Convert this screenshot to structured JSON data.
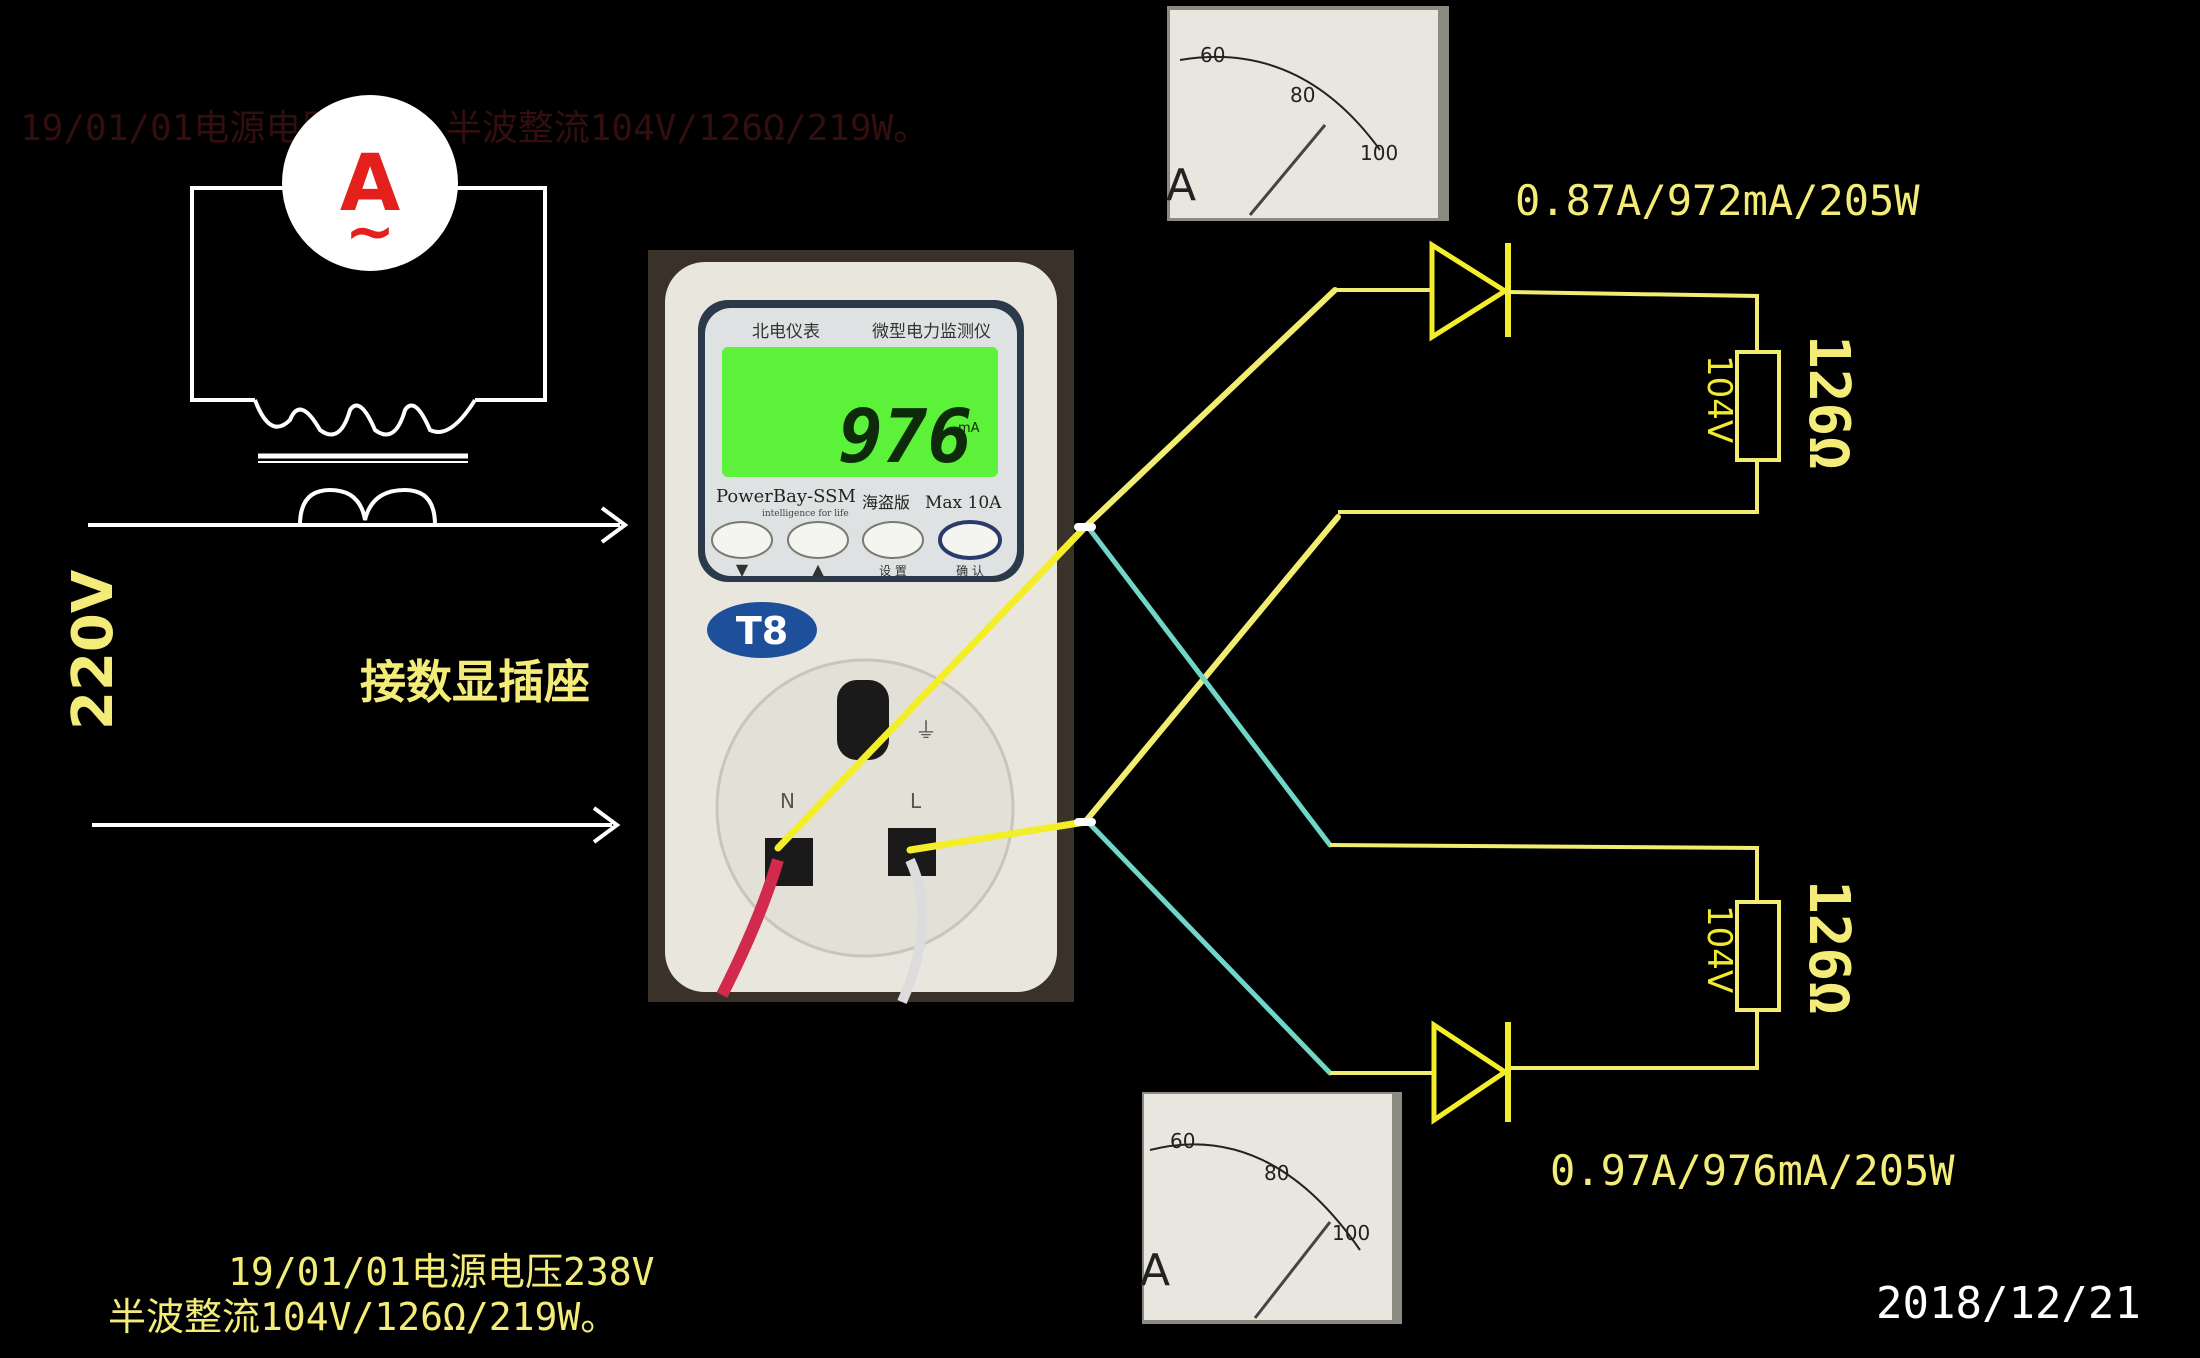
{
  "colors": {
    "background": "#000000",
    "wire_yellow": "#f2ec70",
    "wire_bright": "#f4ee2a",
    "wire_cyan": "#6fd6c8",
    "meter_screen": "#5df23a",
    "meter_body": "#e9e7dd",
    "lead_red": "#d22a4c",
    "white_line": "#ffffff",
    "text_yellow": "#f4ec78"
  },
  "left_circuit": {
    "ammeter_letter": "A",
    "ammeter_symbol": "~",
    "supply_voltage": "220V",
    "socket_label": "接数显插座",
    "faint_caption": "19/01/01电源电压238V 半波整流104V/126Ω/219W。"
  },
  "power_meter": {
    "brand": "北电仪表",
    "product": "微型电力监测仪",
    "model": "PowerBay-SSM",
    "tagline": "intelligence for life",
    "edition": "海盗版",
    "max_current": "Max 10A",
    "display_value": "976",
    "display_unit": "mA",
    "buttons": [
      {
        "symbol": "▼",
        "caption": ""
      },
      {
        "symbol": "▲",
        "caption": ""
      },
      {
        "symbol": "",
        "caption": "设 置"
      },
      {
        "symbol": "",
        "caption": "确 认"
      }
    ],
    "badge": "T8",
    "socket_n": "N",
    "socket_l": "L",
    "ground_mark": "⏚"
  },
  "top_branch": {
    "reading": "0.87A/972mA/205W",
    "load_voltage": "104V",
    "resistance": "126Ω"
  },
  "bottom_branch": {
    "reading": "0.97A/976mA/205W",
    "load_voltage": "104V",
    "resistance": "126Ω"
  },
  "analog_meters": {
    "scale_labels": [
      "60",
      "80",
      "100"
    ],
    "unit_letter": "A"
  },
  "caption": {
    "line1": "19/01/01电源电压238V",
    "line2": "半波整流104V/126Ω/219W。"
  },
  "date": "2018/12/21"
}
